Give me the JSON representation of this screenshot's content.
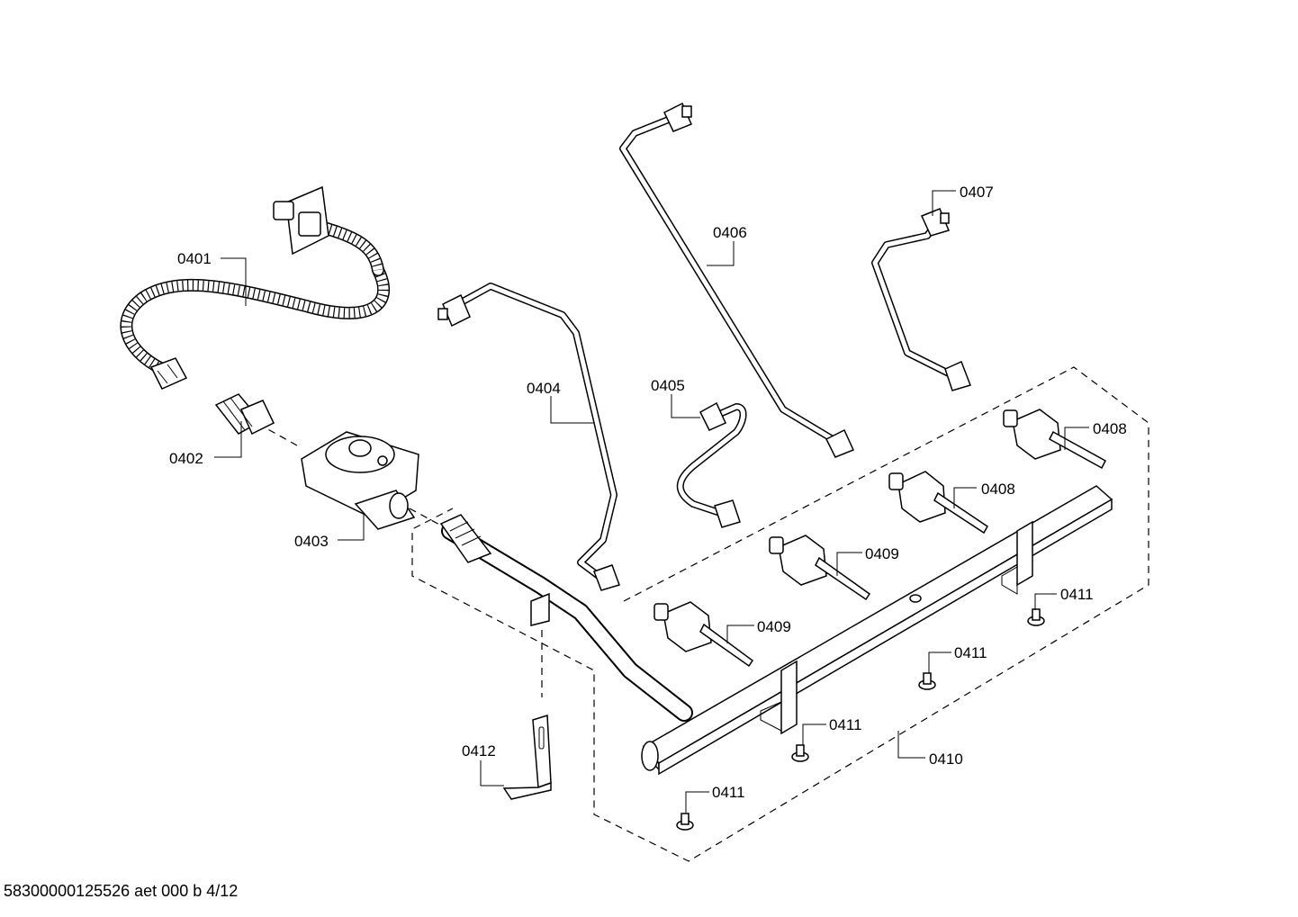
{
  "labels": {
    "p0401": "0401",
    "p0402": "0402",
    "p0403": "0403",
    "p0404": "0404",
    "p0405": "0405",
    "p0406": "0406",
    "p0407": "0407",
    "p0408a": "0408",
    "p0408b": "0408",
    "p0409a": "0409",
    "p0409b": "0409",
    "p0410": "0410",
    "p0411a": "0411",
    "p0411b": "0411",
    "p0411c": "0411",
    "p0411d": "0411",
    "p0412": "0412"
  },
  "footer": {
    "doc_id": "58300000125526 aet 000 b 4/12"
  }
}
